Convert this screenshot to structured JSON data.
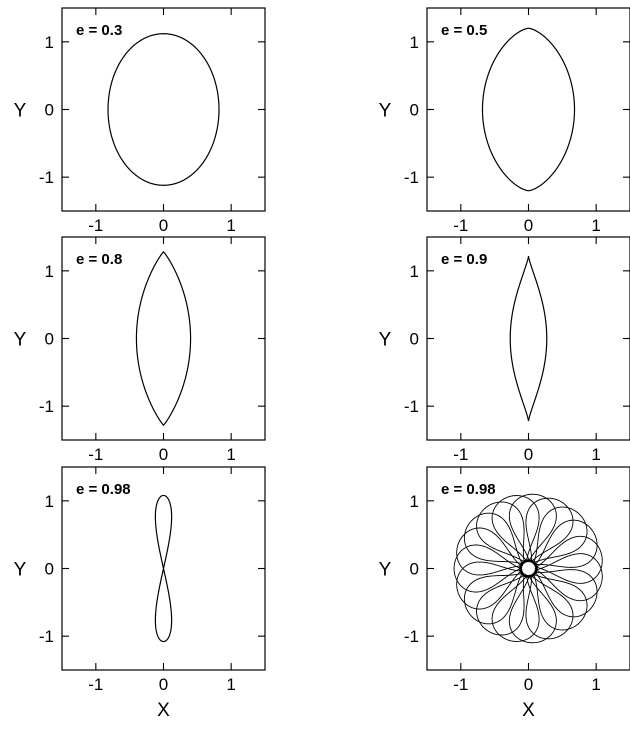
{
  "chart_data": [
    {
      "type": "line",
      "panel": 1,
      "label": "e = 0.3",
      "ylabel": "Y",
      "xlabel": "",
      "xlim": [
        -1.5,
        1.5
      ],
      "ylim": [
        -1.5,
        1.5
      ],
      "xticks": [
        -1,
        0,
        1
      ],
      "yticks": [
        -1,
        0,
        1
      ],
      "xtick_labels": [
        "-1",
        "0",
        "1"
      ],
      "ytick_labels": [
        "-1",
        "0",
        "1"
      ],
      "shape": "ellipse",
      "x_extent": 0.82,
      "y_extent": 1.12
    },
    {
      "type": "line",
      "panel": 2,
      "label": "e = 0.5",
      "ylabel": "Y",
      "xlabel": "",
      "xlim": [
        -1.5,
        1.5
      ],
      "ylim": [
        -1.5,
        1.5
      ],
      "xticks": [
        -1,
        0,
        1
      ],
      "yticks": [
        -1,
        0,
        1
      ],
      "xtick_labels": [
        "-1",
        "0",
        "1"
      ],
      "ytick_labels": [
        "-1",
        "0",
        "1"
      ],
      "shape": "lens",
      "x_extent": 0.68,
      "y_extent": 1.2,
      "sharpness": 1.3
    },
    {
      "type": "line",
      "panel": 3,
      "label": "e = 0.8",
      "ylabel": "Y",
      "xlabel": "",
      "xlim": [
        -1.5,
        1.5
      ],
      "ylim": [
        -1.5,
        1.5
      ],
      "xticks": [
        -1,
        0,
        1
      ],
      "yticks": [
        -1,
        0,
        1
      ],
      "xtick_labels": [
        "-1",
        "0",
        "1"
      ],
      "ytick_labels": [
        "-1",
        "0",
        "1"
      ],
      "shape": "lens",
      "x_extent": 0.4,
      "y_extent": 1.28,
      "sharpness": 1.8
    },
    {
      "type": "line",
      "panel": 4,
      "label": "e = 0.9",
      "ylabel": "Y",
      "xlabel": "",
      "xlim": [
        -1.5,
        1.5
      ],
      "ylim": [
        -1.5,
        1.5
      ],
      "xticks": [
        -1,
        0,
        1
      ],
      "yticks": [
        -1,
        0,
        1
      ],
      "xtick_labels": [
        "-1",
        "0",
        "1"
      ],
      "ytick_labels": [
        "-1",
        "0",
        "1"
      ],
      "shape": "lens",
      "x_extent": 0.27,
      "y_extent": 1.22,
      "sharpness": 2.6
    },
    {
      "type": "line",
      "panel": 5,
      "label": "e = 0.98",
      "ylabel": "Y",
      "xlabel": "X",
      "xlim": [
        -1.5,
        1.5
      ],
      "ylim": [
        -1.5,
        1.5
      ],
      "xticks": [
        -1,
        0,
        1
      ],
      "yticks": [
        -1,
        0,
        1
      ],
      "xtick_labels": [
        "-1",
        "0",
        "1"
      ],
      "ytick_labels": [
        "-1",
        "0",
        "1"
      ],
      "shape": "figure-eight",
      "x_extent": 0.12,
      "y_extent": 1.08
    },
    {
      "type": "line",
      "panel": 6,
      "label": "e = 0.98",
      "ylabel": "Y",
      "xlabel": "X",
      "xlim": [
        -1.5,
        1.5
      ],
      "ylim": [
        -1.5,
        1.5
      ],
      "xticks": [
        -1,
        0,
        1
      ],
      "yticks": [
        -1,
        0,
        1
      ],
      "xtick_labels": [
        "-1",
        "0",
        "1"
      ],
      "ytick_labels": [
        "-1",
        "0",
        "1"
      ],
      "shape": "rosette",
      "petals": 19,
      "outer_radius": 1.1,
      "inner_radius": 0.1
    }
  ]
}
